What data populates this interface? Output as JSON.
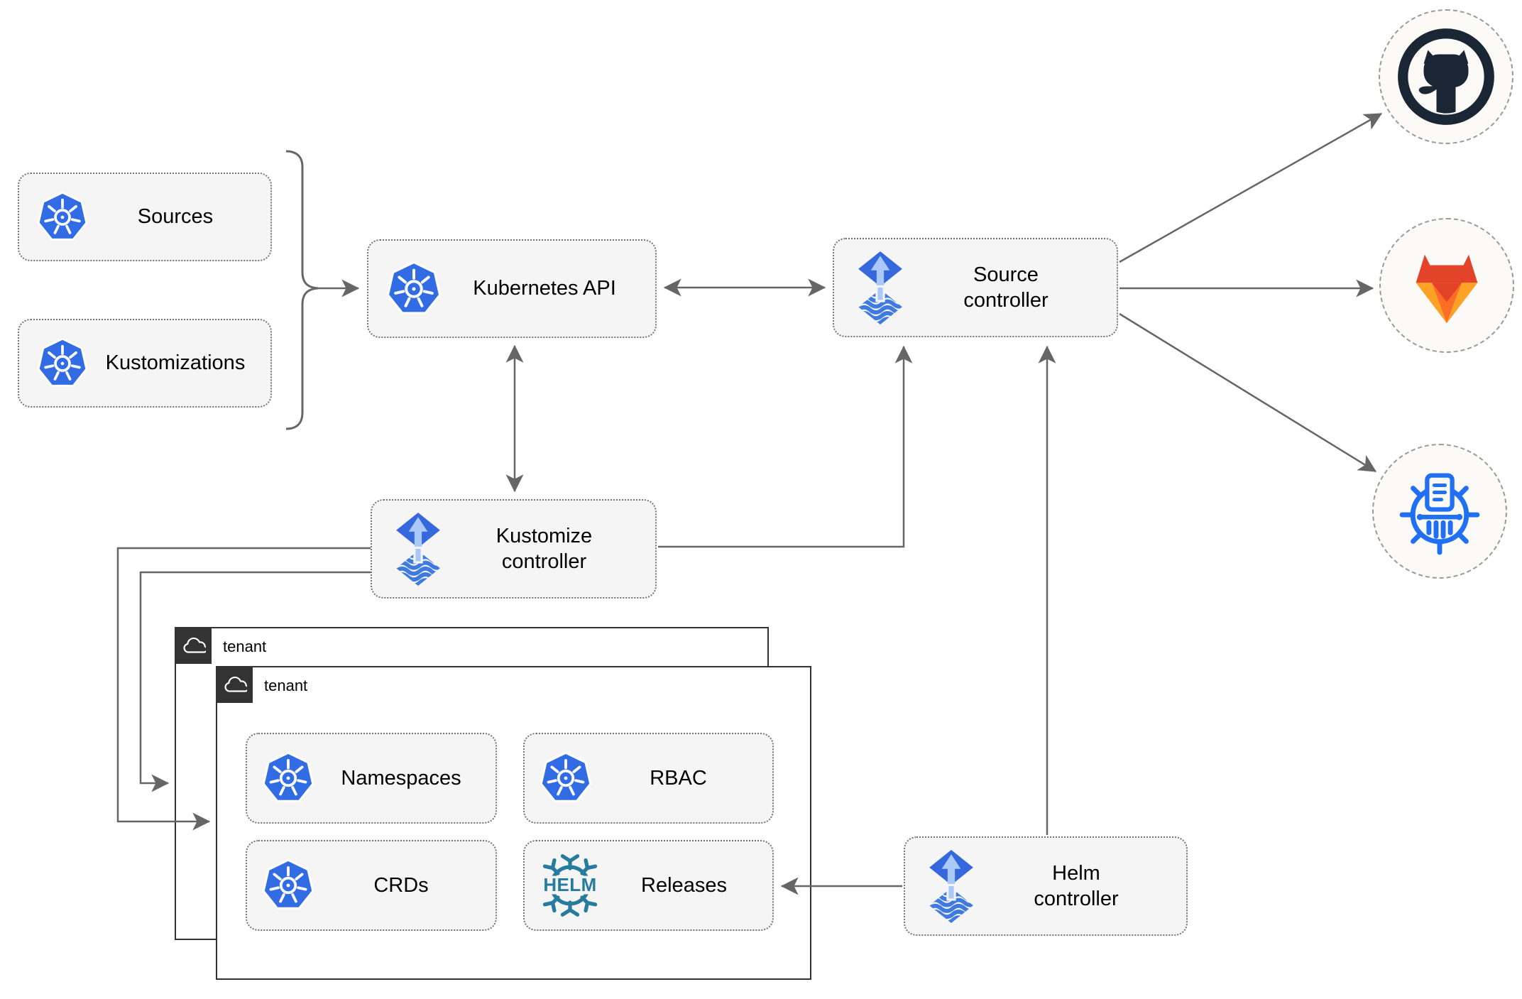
{
  "nodes": {
    "sources": "Sources",
    "kustomizations": "Kustomizations",
    "kubernetes_api": "Kubernetes API",
    "source_controller": "Source\ncontroller",
    "kustomize_controller": "Kustomize\ncontroller",
    "helm_controller": "Helm\ncontroller",
    "namespaces": "Namespaces",
    "rbac": "RBAC",
    "crds": "CRDs",
    "releases": "Releases"
  },
  "tenants": {
    "back": "tenant",
    "front": "tenant"
  },
  "helm_logo_text": "HELM",
  "icons": {
    "kubernetes": "kubernetes-icon",
    "flux": "flux-controller-icon",
    "helm": "helm-wheel-icon",
    "cloud": "cloud-icon",
    "github": "github-octocat-icon",
    "gitlab": "gitlab-tanuki-icon",
    "chartmuseum": "chartmuseum-icon"
  },
  "colors": {
    "kubernetes_blue": "#326ce5",
    "flux_blue": "#3668dd",
    "flux_arrow_light": "#aac8f8",
    "flux_stripe_blue": "#3f7ae0",
    "helm_teal": "#277c9d",
    "chartmuseum_blue": "#2170f4",
    "github_dark": "#1a2634",
    "gitlab_red": "#e24329",
    "gitlab_orange": "#fc6d26",
    "gitlab_amber": "#fca326",
    "wire_gray": "#666666",
    "node_fill": "#f5f5f5",
    "node_border": "#757575",
    "tenant_border": "#333333",
    "endpoint_fill": "#fbfaf7"
  }
}
